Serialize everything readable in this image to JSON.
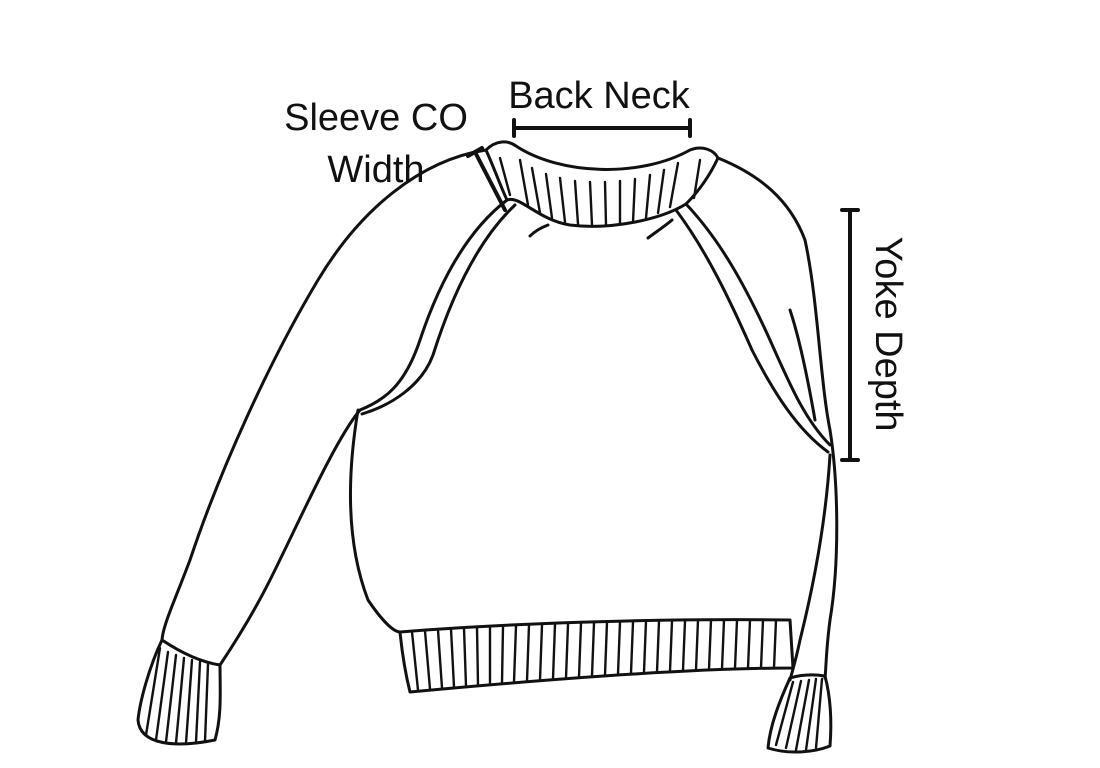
{
  "labels": {
    "back_neck": "Back Neck",
    "sleeve_co_line1": "Sleeve CO",
    "sleeve_co_line2": "Width",
    "yoke_depth": "Yoke Depth"
  },
  "colors": {
    "ink": "#111111",
    "background": "#ffffff"
  }
}
